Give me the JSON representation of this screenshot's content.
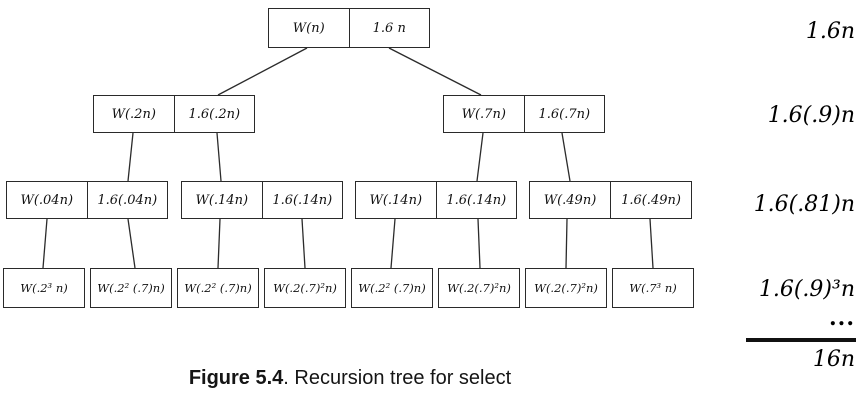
{
  "tree": {
    "nodes": [
      {
        "work": "W(n)",
        "cost": "1.6 n"
      },
      {
        "work": "W(.2n)",
        "cost": "1.6(.2n)"
      },
      {
        "work": "W(.7n)",
        "cost": "1.6(.7n)"
      },
      {
        "work": "W(.04n)",
        "cost": "1.6(.04n)"
      },
      {
        "work": "W(.14n)",
        "cost": "1.6(.14n)"
      },
      {
        "work": "W(.14n)",
        "cost": "1.6(.14n)"
      },
      {
        "work": "W(.49n)",
        "cost": "1.6(.49n)"
      }
    ],
    "leaves": [
      {
        "label": "W(.2³ n)"
      },
      {
        "label": "W(.2² (.7)n)"
      },
      {
        "label": "W(.2² (.7)n)"
      },
      {
        "label": "W(.2(.7)²n)"
      },
      {
        "label": "W(.2² (.7)n)"
      },
      {
        "label": "W(.2(.7)²n)"
      },
      {
        "label": "W(.2(.7)²n)"
      },
      {
        "label": "W(.7³ n)"
      }
    ]
  },
  "right_column": {
    "level_costs": [
      "1.6n",
      "1.6(.9)n",
      "1.6(.81)n",
      "1.6(.9)³n"
    ],
    "ellipsis": "...",
    "total": "16n"
  },
  "caption": {
    "label": "Figure 5.4",
    "text": ". Recursion tree for select"
  }
}
